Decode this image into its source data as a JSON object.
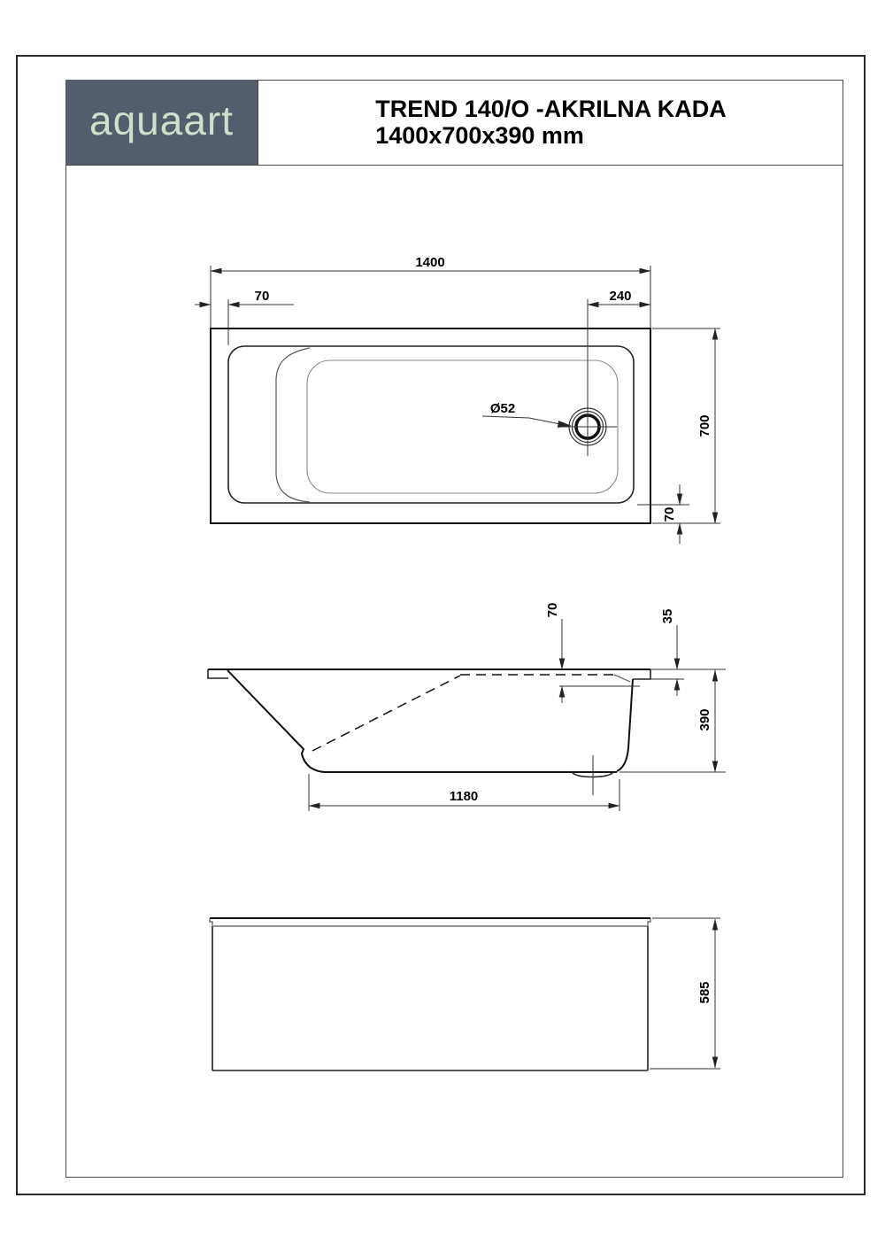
{
  "header": {
    "logo_text": "aquaart",
    "title_line1": "TREND 140/O -AKRILNA KADA",
    "title_line2": "1400x700x390 mm"
  },
  "colors": {
    "logo_background": "#555c6b",
    "logo_text": "#cde0c9",
    "drawing_line": "#111111",
    "dimension_line": "#333333"
  },
  "views": {
    "top_view": {
      "dims": {
        "overall_length": "1400",
        "rim_offset_left": "70",
        "drain_from_right": "240",
        "overall_width": "700",
        "rim_offset_bottom": "70",
        "drain_diameter": "Ø52"
      }
    },
    "side_view": {
      "dims": {
        "rim_to_inner_step": "70",
        "rim_edge_thickness": "35",
        "overall_height": "390",
        "base_length": "1180"
      }
    },
    "front_view": {
      "dims": {
        "panel_height": "585"
      }
    }
  }
}
